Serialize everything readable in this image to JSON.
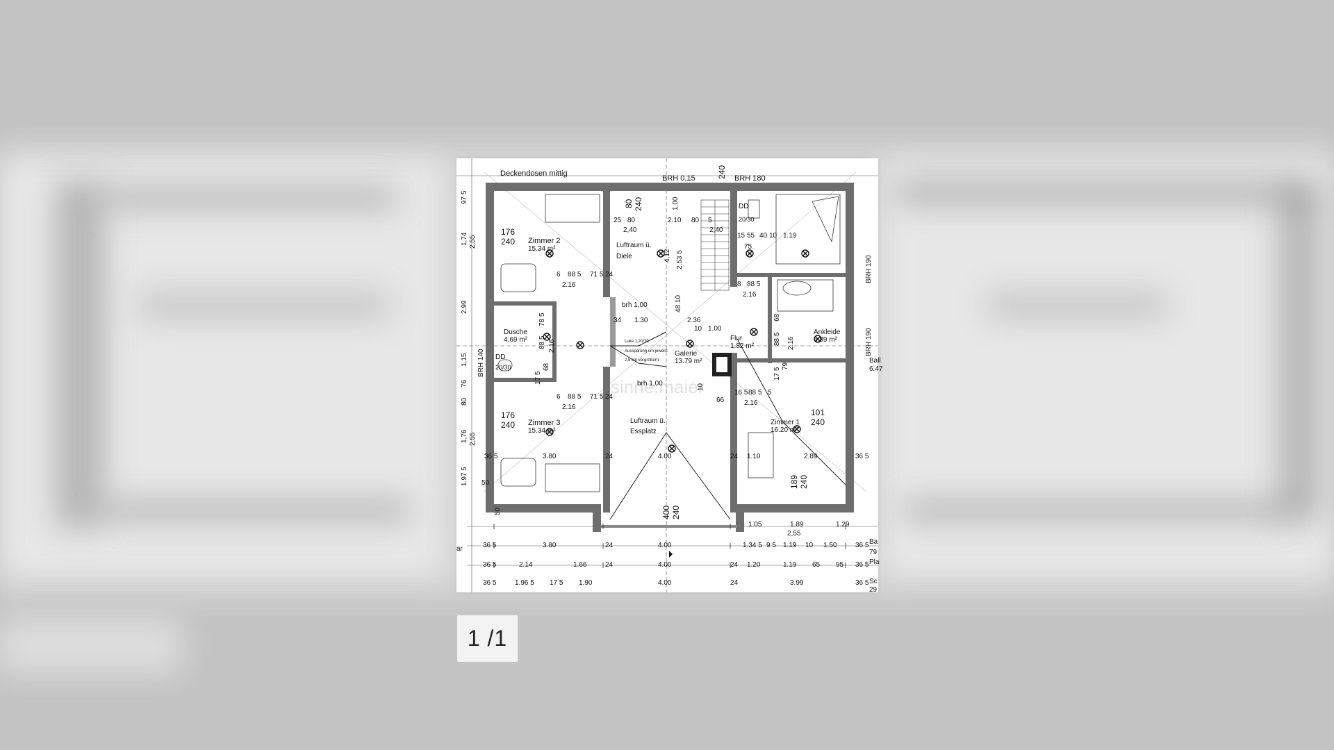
{
  "viewer": {
    "page_indicator": "1 /1"
  },
  "plan": {
    "note_top": "Deckendosen mittig",
    "brh_top_mid": "BRH 0,15",
    "brh_top_right": "BRH 180",
    "brh_right_upper": "BRH 190",
    "brh_right_lower": "BRH 190",
    "brh_left": "BRH 140",
    "watermark": "sinne.maier",
    "rooms": {
      "zimmer2": {
        "name": "Zimmer 2",
        "area": "15.34 m²"
      },
      "dusche": {
        "name": "Dusche",
        "area": "4.69 m²"
      },
      "zimmer3": {
        "name": "Zimmer 3",
        "area": "15.34 m²"
      },
      "luftraum_diele": {
        "name": "Luftraum ü.",
        "name2": "Diele"
      },
      "galerie": {
        "name": "Galerie",
        "area": "13.79 m²"
      },
      "luftraum_ess": {
        "name": "Luftraum ü.",
        "name2": "Essplatz"
      },
      "flur": {
        "name": "Flur",
        "area": "1.82 m²"
      },
      "ankleide": {
        "name": "Ankleide",
        "area": "6.89 m²"
      },
      "zimmer1": {
        "name": "Zimmer 1",
        "area": "16.20 m²"
      }
    },
    "labels": {
      "dd_left": "DD",
      "dd_left_size": "20/30",
      "dd_right": "DD",
      "dd_right_size": "20/30",
      "brh_diele": "brh 1,00",
      "brh_galerie": "brh 1,00",
      "luke": "Luke 1,20/70",
      "aussparung1": "Aussparung um jeweils",
      "aussparung2": "2,5 cm vergrößern",
      "balkon1": "Ba",
      "balkon2": "Ball",
      "balkon_area": "6.47",
      "row_lab1": "Ba",
      "row_lab2": "Pla",
      "row_lab3": "Sc",
      "row_val": "79",
      "row_val2": "29",
      "left_ar": "ar"
    },
    "dims": {
      "d176_a": "176",
      "d240_a": "240",
      "d176_b": "176",
      "d240_b": "240",
      "d80": "80",
      "d240_c": "240",
      "d240_top": "240",
      "d101": "101",
      "d240_d": "240",
      "d189": "189",
      "d240_e": "240",
      "d400": "400",
      "d240_f": "240",
      "d25": "25",
      "d80b": "80",
      "d2_10": "2.10",
      "d80c": "80",
      "d5": "5",
      "d2_40a": "2,40",
      "d2_40b": "2,40",
      "d1_00v": "1,00",
      "d4_12": "4,12",
      "d2_53": "2.53 5",
      "d48": "48 10",
      "d15": "15",
      "d55": "55",
      "d40": "40",
      "d10": "10",
      "d1_19a": "1.19",
      "d75": "75",
      "d6a": "6",
      "d88a": "88 5",
      "d71a": "71 5",
      "d24a": "24",
      "d2_16a": "2.16",
      "d6b": "6",
      "d88b": "88 5",
      "d71b": "71 5",
      "d24b": "24",
      "d2_16b": "2.16",
      "d8": "8",
      "d88c": "88 5",
      "d2_16c": "2.16",
      "d34": "34",
      "d1_30": "1.30",
      "d2_36": "2.36",
      "d10b": "10",
      "d1_00": "1.00",
      "d88d": "88 5",
      "d2_16d": "2.16",
      "d68": "68",
      "d17": "17 5",
      "d79": "79",
      "d16": "16 5",
      "d88e": "88 5",
      "d5b": "5",
      "d2_16e": "2.16",
      "d66": "66",
      "d10c": "10",
      "d36a": "36 5",
      "d3_80a": "3.80",
      "d24c": "24",
      "d4_00a": "4.00",
      "d24d": "24",
      "d1_10": "1.10",
      "d2_89": "2.89",
      "d36b": "36 5",
      "d50a": "50",
      "d50b": "50",
      "d1_05": "1.05",
      "d1_89": "1.89",
      "d1_29": "1.29",
      "d2_55": "2,55",
      "d97": "97 5",
      "d1_74": "1,74",
      "d2_55a": "2,55",
      "d2_99": "2.99",
      "d1_15": "1,15",
      "d76": "76",
      "d80d": "80",
      "d1_76": "1,76",
      "d2_55b": "2,55",
      "d1_97": "1.97 5",
      "d78": "78 5",
      "d88f": "88 5",
      "d2_16f": "2.16",
      "d17b": "17 5",
      "d68b": "68",
      "r1_a": "36 5",
      "r1_b": "3.80",
      "r1_c": "24",
      "r1_d": "4.00",
      "r1_e": "1.34 5",
      "r1_f": "9 5",
      "r1_g": "1.19",
      "r1_h": "10",
      "r1_i": "1.50",
      "r1_j": "36 5",
      "r2_a": "36 5",
      "r2_b": "2.14",
      "r2_c": "1.66",
      "r2_d": "24",
      "r2_e": "4.00",
      "r2_f": "24",
      "r2_g": "1.20",
      "r2_h": "1.19",
      "r2_i": "65",
      "r2_j": "95",
      "r2_k": "36 5",
      "r3_a": "36 5",
      "r3_b": "1.96 5",
      "r3_c": "17 5",
      "r3_d": "1.90",
      "r3_e": "4.00",
      "r3_f": "24",
      "r3_g": "3.99",
      "r3_h": "36 5"
    }
  }
}
